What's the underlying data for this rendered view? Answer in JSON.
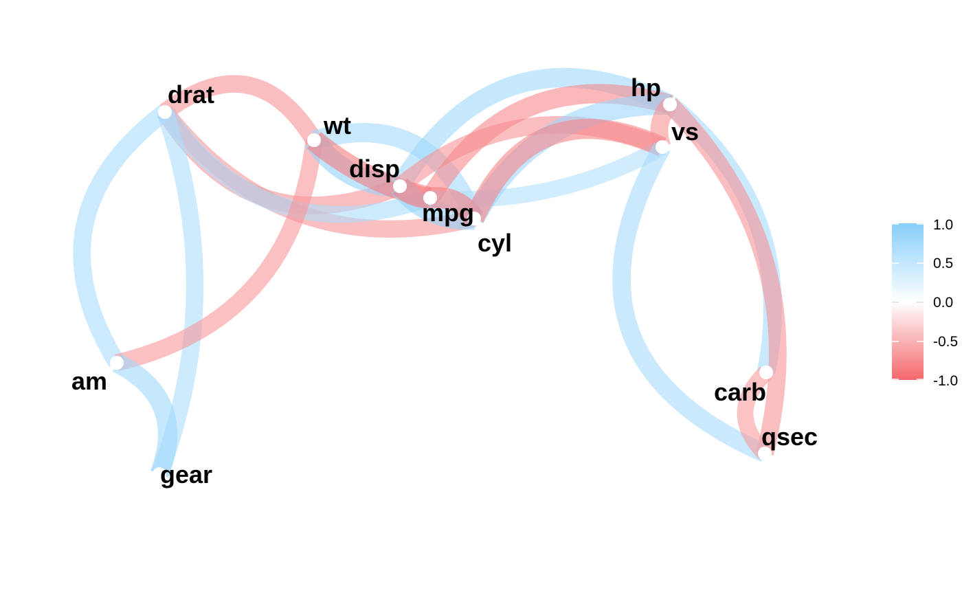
{
  "diagram": {
    "type": "correlation-network",
    "nodes": [
      {
        "id": "drat",
        "label": "drat"
      },
      {
        "id": "wt",
        "label": "wt"
      },
      {
        "id": "disp",
        "label": "disp"
      },
      {
        "id": "mpg",
        "label": "mpg"
      },
      {
        "id": "cyl",
        "label": "cyl"
      },
      {
        "id": "hp",
        "label": "hp"
      },
      {
        "id": "vs",
        "label": "vs"
      },
      {
        "id": "carb",
        "label": "carb"
      },
      {
        "id": "qsec",
        "label": "qsec"
      },
      {
        "id": "am",
        "label": "am"
      },
      {
        "id": "gear",
        "label": "gear"
      }
    ],
    "edges": [
      {
        "from": "drat",
        "to": "wt",
        "r": -0.71
      },
      {
        "from": "drat",
        "to": "cyl",
        "r": -0.7
      },
      {
        "from": "drat",
        "to": "disp",
        "r": -0.71
      },
      {
        "from": "drat",
        "to": "mpg",
        "r": 0.68
      },
      {
        "from": "drat",
        "to": "am",
        "r": 0.71
      },
      {
        "from": "drat",
        "to": "gear",
        "r": 0.7
      },
      {
        "from": "wt",
        "to": "am",
        "r": -0.69
      },
      {
        "from": "wt",
        "to": "disp",
        "r": 0.89
      },
      {
        "from": "wt",
        "to": "cyl",
        "r": 0.78
      },
      {
        "from": "wt",
        "to": "mpg",
        "r": -0.87
      },
      {
        "from": "disp",
        "to": "hp",
        "r": 0.79
      },
      {
        "from": "disp",
        "to": "vs",
        "r": -0.71
      },
      {
        "from": "disp",
        "to": "cyl",
        "r": 0.9
      },
      {
        "from": "disp",
        "to": "mpg",
        "r": -0.85
      },
      {
        "from": "mpg",
        "to": "hp",
        "r": -0.78
      },
      {
        "from": "mpg",
        "to": "vs",
        "r": 0.66
      },
      {
        "from": "mpg",
        "to": "cyl",
        "r": -0.85
      },
      {
        "from": "cyl",
        "to": "hp",
        "r": 0.83
      },
      {
        "from": "cyl",
        "to": "vs",
        "r": -0.81
      },
      {
        "from": "hp",
        "to": "vs",
        "r": -0.72
      },
      {
        "from": "hp",
        "to": "carb",
        "r": 0.75
      },
      {
        "from": "hp",
        "to": "qsec",
        "r": -0.71
      },
      {
        "from": "vs",
        "to": "qsec",
        "r": 0.74
      },
      {
        "from": "carb",
        "to": "qsec",
        "r": -0.66
      },
      {
        "from": "am",
        "to": "gear",
        "r": 0.79
      }
    ]
  },
  "legend": {
    "ticks": [
      "1.0",
      "0.5",
      "0.0",
      "-0.5",
      "-1.0"
    ],
    "color_max": "#87CEFA",
    "color_mid": "#FFFFFF",
    "color_min": "#F4676B"
  }
}
